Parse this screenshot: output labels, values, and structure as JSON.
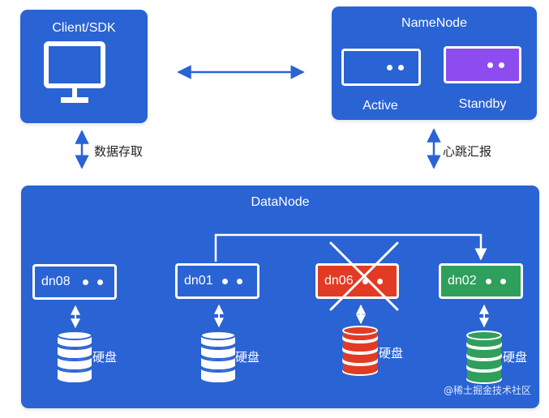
{
  "client": {
    "title": "Client/SDK"
  },
  "namenode": {
    "title": "NameNode",
    "active_label": "Active",
    "standby_label": "Standby"
  },
  "links": {
    "client_datanode": "数据存取",
    "namenode_datanode": "心跳汇报"
  },
  "datanode": {
    "title": "DataNode",
    "nodes": [
      {
        "label": "dn08",
        "status": "normal"
      },
      {
        "label": "dn01",
        "status": "normal"
      },
      {
        "label": "dn06",
        "status": "failed"
      },
      {
        "label": "dn02",
        "status": "replica"
      }
    ],
    "disk_label": "硬盘",
    "watermark": "@稀土掘金技术社区"
  },
  "colors": {
    "panel": "#2a63d4",
    "standby": "#8e4bf0",
    "failed": "#e13b24",
    "replica": "#2f9f5c",
    "arrow": "#2a63d4"
  }
}
